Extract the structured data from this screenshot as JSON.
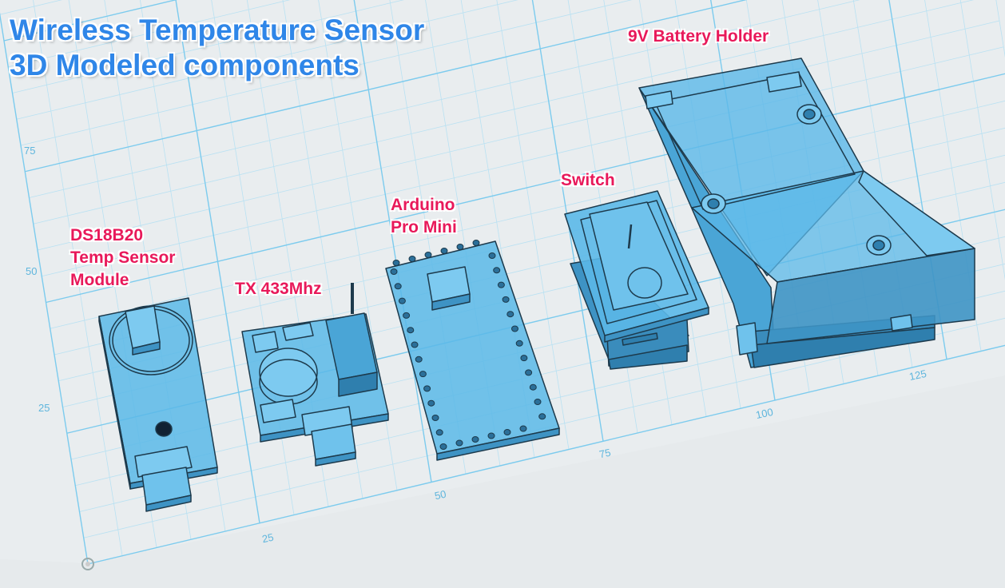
{
  "title": {
    "line1": "Wireless Temperature Sensor",
    "line2": "3D Modeled components"
  },
  "components": {
    "ds18b20": [
      "DS18B20",
      "Temp Sensor",
      "Module"
    ],
    "tx": "TX 433Mhz",
    "arduino": [
      "Arduino",
      "Pro Mini"
    ],
    "switch": "Switch",
    "battery": "9V Battery Holder"
  },
  "axis": {
    "y_ticks": [
      "75",
      "50",
      "25"
    ],
    "x_ticks": [
      "25",
      "50",
      "75",
      "100",
      "125"
    ]
  },
  "colors": {
    "part_fill": "#5bb8e8",
    "part_stroke": "#1d3a4c",
    "label": "#e8195a",
    "title": "#2f86e8",
    "grid": "#8fd0ee"
  }
}
